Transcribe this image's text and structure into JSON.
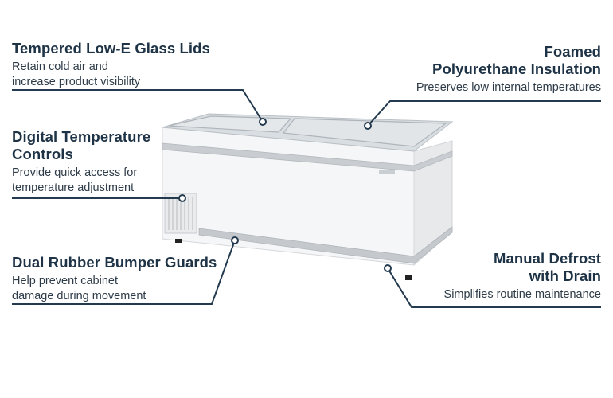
{
  "features": {
    "lids": {
      "title": "Tempered Low-E Glass Lids",
      "desc_line1": "Retain cold air and",
      "desc_line2": "increase product visibility"
    },
    "foam": {
      "title_line1": "Foamed",
      "title_line2": "Polyurethane Insulation",
      "desc": "Preserves low internal temperatures"
    },
    "temp": {
      "title_line1": "Digital Temperature",
      "title_line2": "Controls",
      "desc_line1": "Provide quick access for",
      "desc_line2": "temperature adjustment"
    },
    "bumper": {
      "title": "Dual Rubber Bumper Guards",
      "desc_line1": "Help prevent cabinet",
      "desc_line2": "damage during movement"
    },
    "defrost": {
      "title_line1": "Manual Defrost",
      "title_line2": "with Drain",
      "desc": "Simplifies routine maintenance"
    }
  },
  "colors": {
    "text": "#1f3346",
    "leader": "#243a4e",
    "cabinet": "#f4f5f6",
    "trim": "#bfc4c8"
  }
}
